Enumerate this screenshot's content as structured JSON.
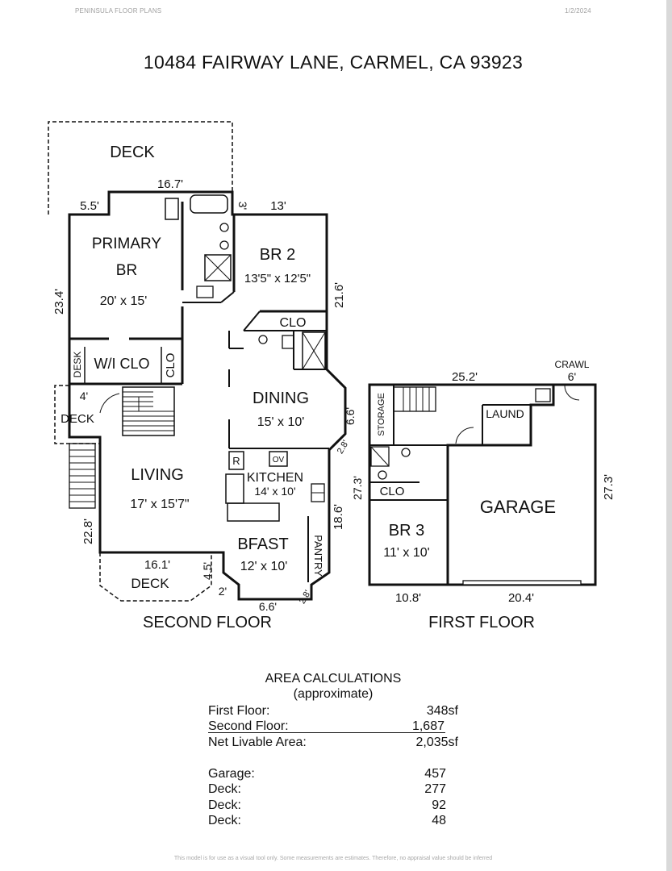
{
  "header": {
    "company": "PENINSULA FLOOR PLANS",
    "date": "1/2/2024"
  },
  "title": "10484 FAIRWAY LANE, CARMEL, CA 93923",
  "plans": {
    "second_floor": {
      "label": "SECOND FLOOR",
      "rooms": {
        "deck_top": "DECK",
        "primary_1": "PRIMARY",
        "primary_2": "BR",
        "primary_dim": "20' x 15'",
        "br2": "BR 2",
        "br2_dim": "13'5\" x 12'5\"",
        "clo_top": "CLO",
        "desk": "DESK",
        "wi_clo": "W/I CLO",
        "clo_side": "CLO",
        "deck_left": "DECK",
        "dining": "DINING",
        "dining_dim": "15' x 10'",
        "living": "LIVING",
        "living_dim": "17' x 15'7\"",
        "r": "R",
        "ov": "OV",
        "kitchen": "KITCHEN",
        "kitchen_dim": "14' x 10'",
        "bfast": "BFAST",
        "bfast_dim": "12' x 10'",
        "pantry": "PANTRY",
        "deck_bottom": "DECK"
      },
      "dims": {
        "d16_7": "16.7'",
        "d5_5": "5.5'",
        "d3": "3'",
        "d13": "13'",
        "d23_4": "23.4'",
        "d21_6": "21.6'",
        "d4": "4'",
        "d6_6a": "6.6'",
        "d2_8a": "2.8'",
        "d22_8": "22.8'",
        "d18_6": "18.6'",
        "d16_1": "16.1'",
        "d4_5": "4.5'",
        "d2": "2'",
        "d6_6b": "6.6'",
        "d2_8b": "2.8'"
      }
    },
    "first_floor": {
      "label": "FIRST FLOOR",
      "rooms": {
        "storage": "STORAGE",
        "laund": "LAUND",
        "clo": "CLO",
        "br3": "BR 3",
        "br3_dim": "11' x 10'",
        "garage": "GARAGE",
        "crawl": "CRAWL"
      },
      "dims": {
        "d25_2": "25.2'",
        "d6": "6'",
        "d27_3a": "27.3'",
        "d27_3b": "27.3'",
        "d10_8": "10.8'",
        "d20_4": "20.4'"
      }
    }
  },
  "area_calculations": {
    "heading": "AREA CALCULATIONS",
    "subheading": "(approximate)",
    "rows": [
      {
        "label": "First Floor:",
        "value": "348sf"
      },
      {
        "label": "Second Floor:",
        "value": "1,687"
      },
      {
        "label": "Net Livable Area:",
        "value": "2,035sf"
      },
      {
        "label": "Garage:",
        "value": "457"
      },
      {
        "label": "Deck:",
        "value": "277"
      },
      {
        "label": "Deck:",
        "value": "92"
      },
      {
        "label": "Deck:",
        "value": "48"
      }
    ]
  },
  "footer": "This model is for use as a visual tool only. Some measurements are estimates. Therefore, no appraisal value should be inferred"
}
